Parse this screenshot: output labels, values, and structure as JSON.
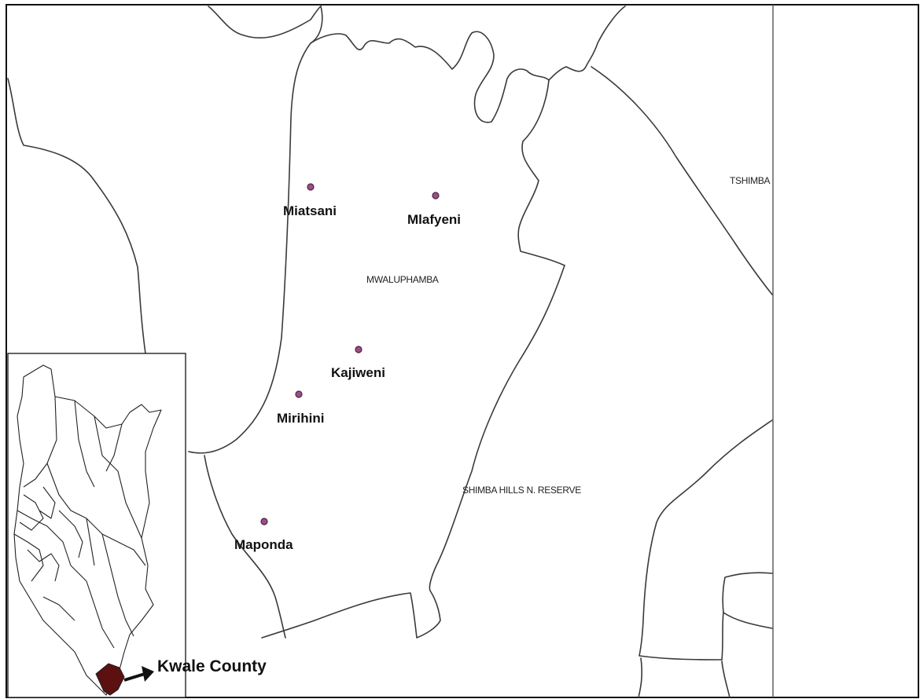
{
  "villages": [
    {
      "name": "Miatsani"
    },
    {
      "name": "Mlafyeni"
    },
    {
      "name": "Kajiweni"
    },
    {
      "name": "Mirihini"
    },
    {
      "name": "Maponda"
    }
  ],
  "areas": {
    "mwaluphamba": "MWALUPHAMBA",
    "shimba": "SHIMBA HILLS N. RESERVE",
    "tshimba": "TSHIMBA"
  },
  "inset": {
    "highlight_label": "Kwale County",
    "highlight_color": "#5c1010"
  },
  "colors": {
    "village_dot": "#9b4f86",
    "boundary": "#3a3a3a"
  }
}
